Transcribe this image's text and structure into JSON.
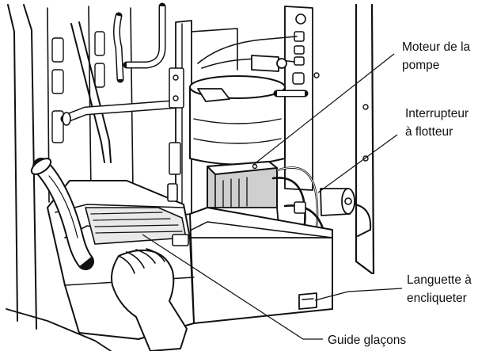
{
  "callouts": {
    "pump_motor": {
      "line1": "Moteur de la",
      "line2": "pompe"
    },
    "float_switch": {
      "line1": "Interrupteur",
      "line2": "à flotteur"
    },
    "snap_tab": {
      "line1": "Languette à",
      "line2": "encliqueter"
    },
    "ice_guide": {
      "line1": "Guide glaçons"
    }
  }
}
